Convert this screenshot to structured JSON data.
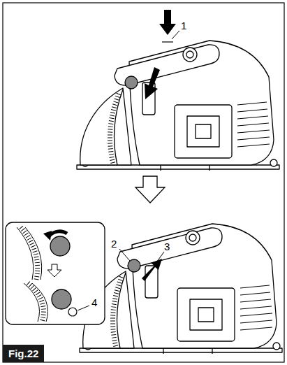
{
  "diagram": {
    "nodes": [
      {
        "text": [
          "Fig.22"
        ]
      }
    ],
    "labels": [
      "1",
      "2",
      "3",
      "4"
    ]
  }
}
